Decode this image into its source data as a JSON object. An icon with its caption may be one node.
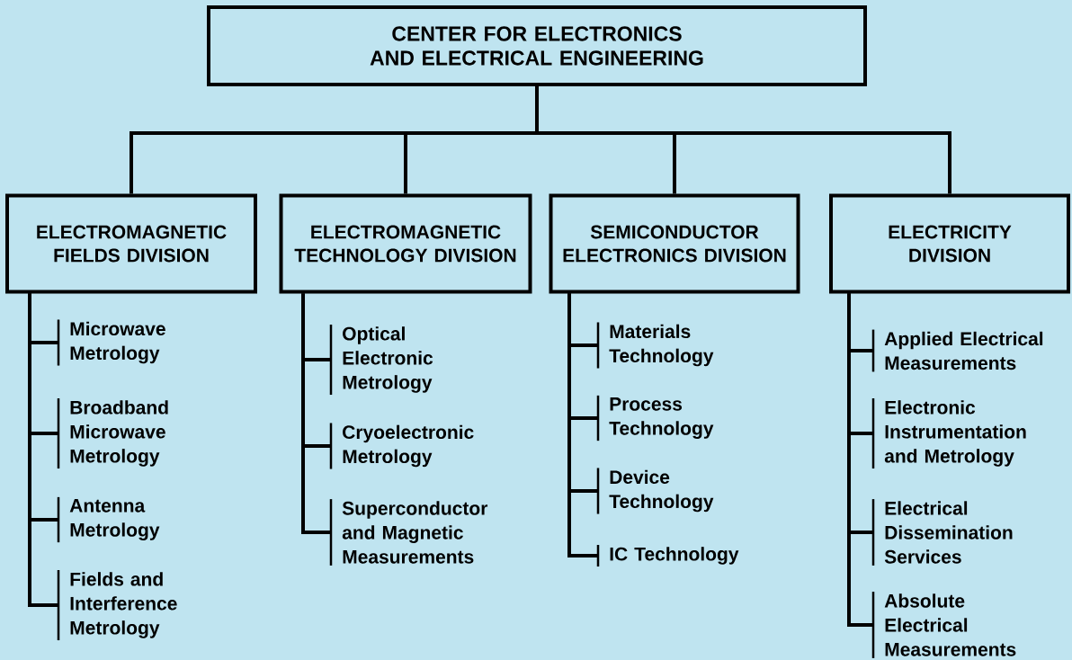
{
  "diagram": {
    "nodes": [
      {
        "text": [
          "CENTER FOR ELECTRONICS AND ELECTRICAL ENGINEERING"
        ]
      },
      {
        "text": [
          "ELECTROMAGNETIC FIELDS DIVISION"
        ]
      },
      {
        "text": [
          "ELECTROMAGNETIC TECHNOLOGY DIVISION"
        ]
      },
      {
        "text": [
          "SEMICONDUCTOR ELECTRONICS DIVISION"
        ]
      },
      {
        "text": [
          "ELECTRICITY DIVISION"
        ]
      },
      {
        "text": [
          "Microwave Metrology"
        ]
      },
      {
        "text": [
          "Broadband Microwave Metrology"
        ]
      },
      {
        "text": [
          "Antenna Metrology"
        ]
      },
      {
        "text": [
          "Fields and Interference Metrology"
        ]
      },
      {
        "text": [
          "Optical Electronic Metrology"
        ]
      },
      {
        "text": [
          "Cryoelectronic Metrology"
        ]
      },
      {
        "text": [
          "Superconductor and Magnetic Measurements"
        ]
      },
      {
        "text": [
          "Materials Technology"
        ]
      },
      {
        "text": [
          "Process Technology"
        ]
      },
      {
        "text": [
          "Device Technology"
        ]
      },
      {
        "text": [
          "IC Technology"
        ]
      },
      {
        "text": [
          "Applied Electrical Measurements"
        ]
      },
      {
        "text": [
          "Electronic Instrumentation and Metrology"
        ]
      },
      {
        "text": [
          "Electrical Dissemination Services"
        ]
      },
      {
        "text": [
          "Absolute Electrical Measurements"
        ]
      }
    ],
    "edges": [
      {
        "from": 0,
        "to": 1,
        "arrow": "none"
      },
      {
        "from": 0,
        "to": 2,
        "arrow": "none"
      },
      {
        "from": 0,
        "to": 3,
        "arrow": "none"
      },
      {
        "from": 0,
        "to": 4,
        "arrow": "none"
      },
      {
        "from": 1,
        "to": 5,
        "arrow": "none"
      },
      {
        "from": 1,
        "to": 6,
        "arrow": "none"
      },
      {
        "from": 1,
        "to": 7,
        "arrow": "none"
      },
      {
        "from": 1,
        "to": 8,
        "arrow": "none"
      },
      {
        "from": 2,
        "to": 9,
        "arrow": "none"
      },
      {
        "from": 2,
        "to": 10,
        "arrow": "none"
      },
      {
        "from": 2,
        "to": 11,
        "arrow": "none"
      },
      {
        "from": 3,
        "to": 12,
        "arrow": "none"
      },
      {
        "from": 3,
        "to": 13,
        "arrow": "none"
      },
      {
        "from": 3,
        "to": 14,
        "arrow": "none"
      },
      {
        "from": 3,
        "to": 15,
        "arrow": "none"
      },
      {
        "from": 4,
        "to": 16,
        "arrow": "none"
      },
      {
        "from": 4,
        "to": 17,
        "arrow": "none"
      },
      {
        "from": 4,
        "to": 18,
        "arrow": "none"
      },
      {
        "from": 4,
        "to": 19,
        "arrow": "none"
      }
    ]
  }
}
